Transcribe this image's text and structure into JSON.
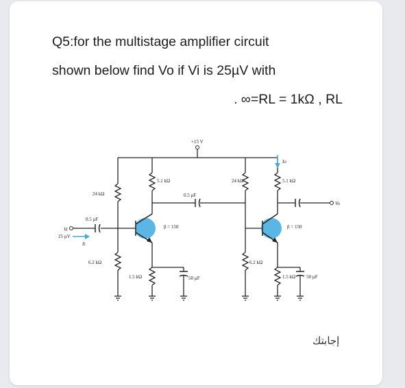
{
  "question": {
    "line1": "Q5:for the multistage amplifier circuit",
    "line2": "shown below find Vo if Vi is 25µV with",
    "line3": ". ∞=RL = 1kΩ , RL"
  },
  "circuit": {
    "supply": "+15 V",
    "stage1": {
      "r_top": "24 kΩ",
      "r_bottom": "6.2 kΩ",
      "rc": "5.1 kΩ",
      "re": "1.5 kΩ",
      "c_in": "0.5 µF",
      "c_e": "50 µF",
      "beta": "β = 150"
    },
    "coupling_cap": "0.5 µF",
    "stage2": {
      "r_top": "24 kΩ",
      "r_bottom": "6.2 kΩ",
      "rc": "5.1 kΩ",
      "re": "1.5 kΩ",
      "c_e": "50 µF",
      "beta": "β = 150"
    },
    "vi_label": "Vi",
    "vi_value": "25 µV",
    "ii_label": "Ii",
    "io_label": "Io",
    "vo_label": "Vo"
  },
  "answer_label": "إجابتك",
  "colors": {
    "transistor": "#3fa9e0",
    "wire": "#222222",
    "arrow": "#3fa9e0"
  }
}
